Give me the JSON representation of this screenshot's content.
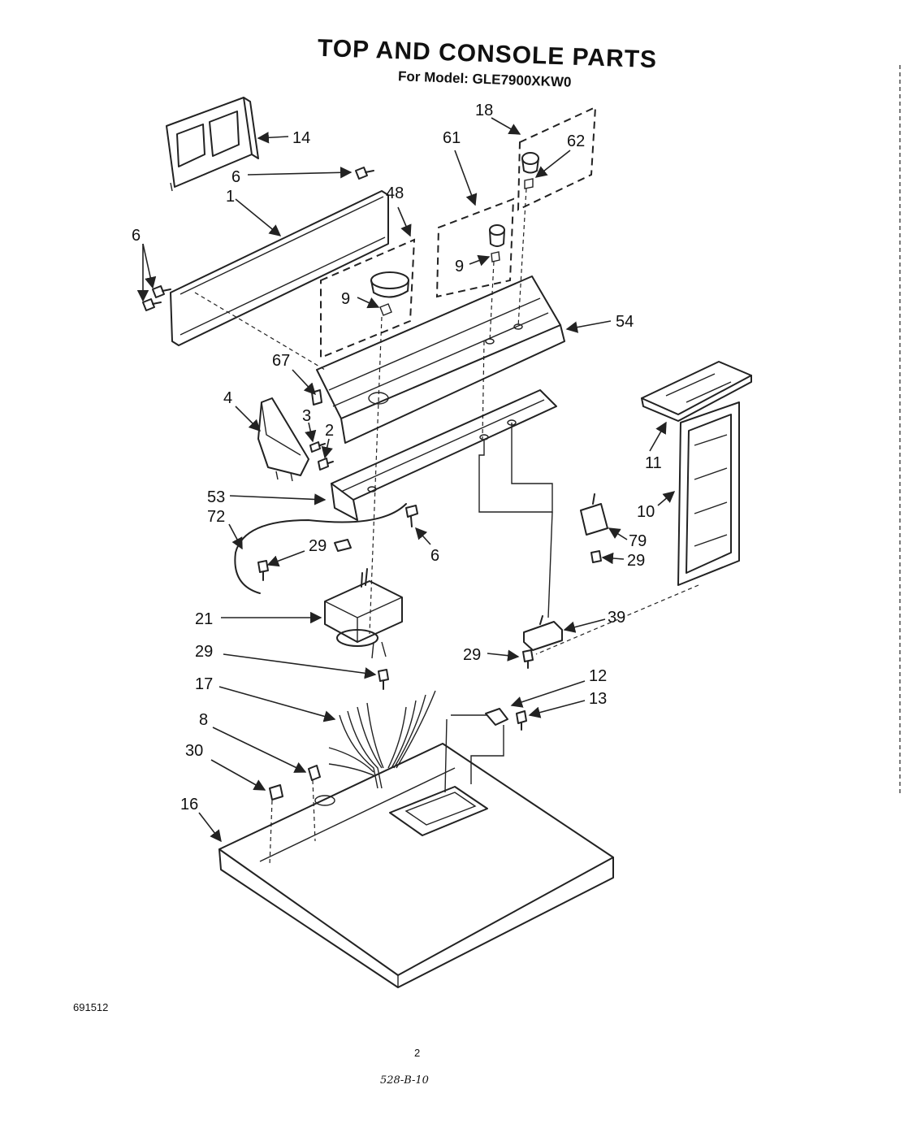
{
  "title": "TOP AND CONSOLE PARTS",
  "subtitle": "For Model: GLE7900XKW0",
  "callouts": {
    "c14": "14",
    "c6a": "6",
    "c1": "1",
    "c48": "48",
    "c18": "18",
    "c61": "61",
    "c62": "62",
    "c6b": "6",
    "c9a": "9",
    "c9b": "9",
    "c54": "54",
    "c67": "67",
    "c4": "4",
    "c3": "3",
    "c2": "2",
    "c53": "53",
    "c72": "72",
    "c29a": "29",
    "c6c": "6",
    "c11": "11",
    "c10": "10",
    "c79": "79",
    "c29b": "29",
    "c21": "21",
    "c39": "39",
    "c29c": "29",
    "c29d": "29",
    "c12": "12",
    "c13": "13",
    "c17": "17",
    "c8": "8",
    "c30": "30",
    "c16": "16"
  },
  "footer": {
    "doc_number": "691512",
    "page_number": "2",
    "handwritten_code": "528-B-10"
  }
}
